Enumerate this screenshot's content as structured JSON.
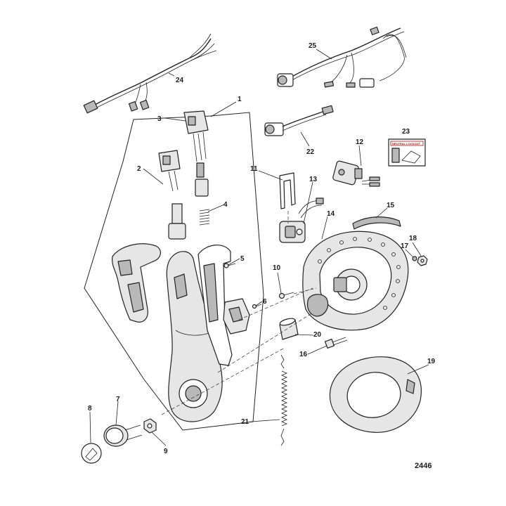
{
  "diagram": {
    "figure_number": "2446",
    "callouts": [
      "1",
      "2",
      "3",
      "4",
      "5",
      "6",
      "7",
      "8",
      "9",
      "10",
      "11",
      "12",
      "13",
      "14",
      "15",
      "16",
      "17",
      "18",
      "19",
      "20",
      "21",
      "22",
      "23",
      "24",
      "25"
    ],
    "decal_text": "NEUTRAL LOCKOUT"
  }
}
